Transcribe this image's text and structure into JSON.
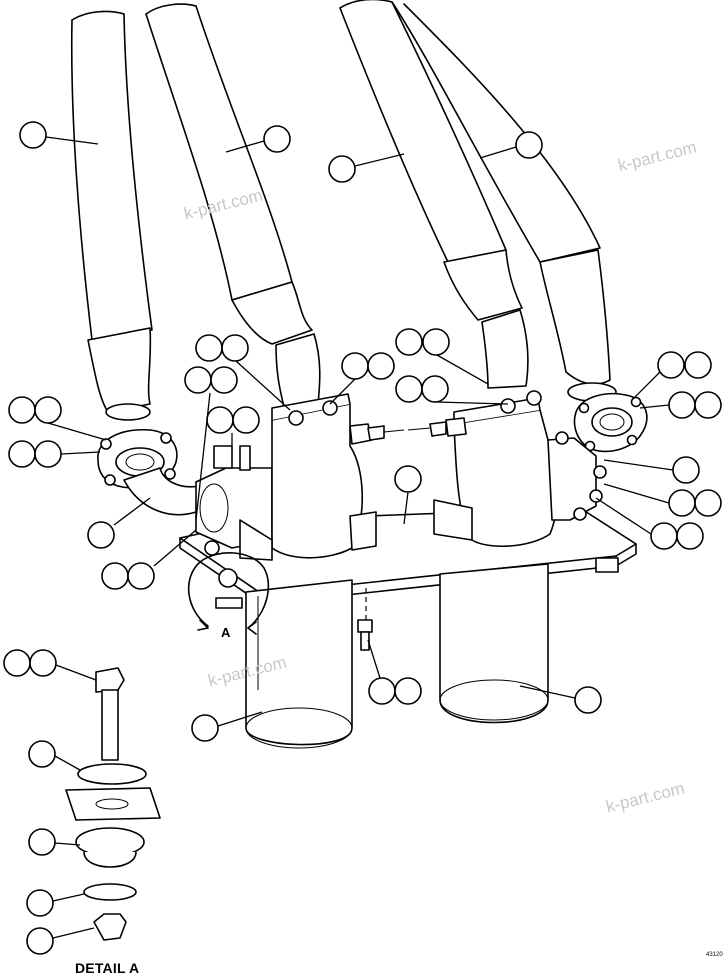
{
  "labels": {
    "detail": "DETAIL A",
    "view": "A",
    "figure_number": "43120"
  },
  "watermark": "k-part.com"
}
